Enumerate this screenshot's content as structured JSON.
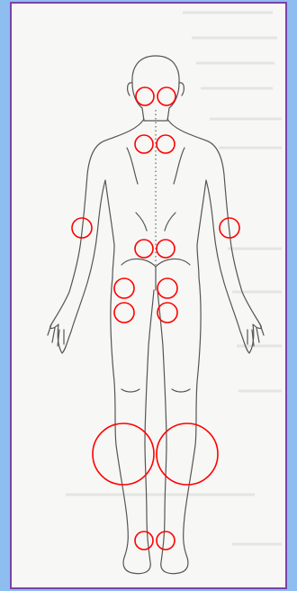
{
  "figure": {
    "alt": "",
    "background_color": "#f7f7f5",
    "frame_color": "#8ebdf0",
    "inner_border_color": "#7a42a8",
    "outline_color": "#555555",
    "marker_color": "#ff0000"
  },
  "markers": [
    {
      "region": "occiput-left"
    },
    {
      "region": "occiput-right"
    },
    {
      "region": "lower-neck-left"
    },
    {
      "region": "lower-neck-right"
    },
    {
      "region": "elbow-left"
    },
    {
      "region": "elbow-right"
    },
    {
      "region": "low-back-left"
    },
    {
      "region": "low-back-right"
    },
    {
      "region": "gluteal-upper-left"
    },
    {
      "region": "gluteal-upper-right"
    },
    {
      "region": "gluteal-lower-left"
    },
    {
      "region": "gluteal-lower-right"
    },
    {
      "region": "calf-left"
    },
    {
      "region": "calf-right"
    },
    {
      "region": "heel-left"
    },
    {
      "region": "heel-right"
    }
  ]
}
